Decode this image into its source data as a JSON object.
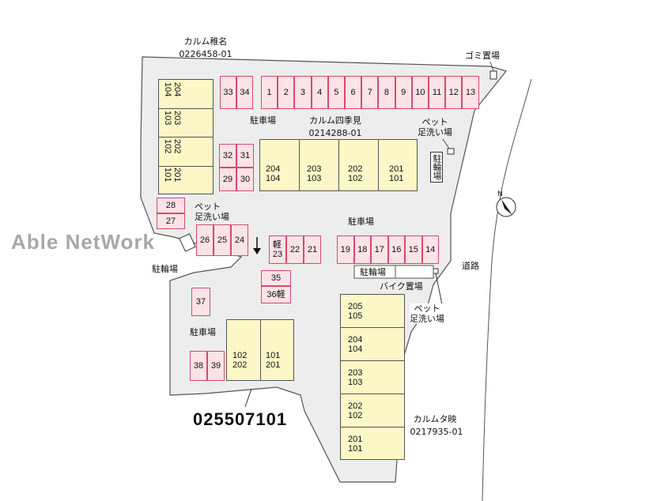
{
  "watermark": "Able NetWork",
  "property_id": "025507101",
  "labels": {
    "neighbor_nw_name": "カルム稚名",
    "neighbor_nw_id": "0226458-01",
    "garbage": "ゴミ置場",
    "parking_top": "駐車場",
    "neighbor_center_name": "カルム四季見",
    "neighbor_center_id": "0214288-01",
    "pet_wash_1": "ペット\n足洗い場",
    "bike_parking_1": "駐輪場",
    "pet_wash_2": "ペット\n足洗い場",
    "parking_mid": "駐車場",
    "road": "道路",
    "bike_parking_2": "駐輪場",
    "bike_parking_3": "駐輪場",
    "motorbike": "バイク置場",
    "pet_wash_3": "ペット\n足洗い場",
    "parking_left": "駐車場",
    "neighbor_se_name": "カルムタ映",
    "neighbor_se_id": "0217935-01",
    "north": "N"
  },
  "parking": {
    "top_row": [
      "1",
      "2",
      "3",
      "4",
      "5",
      "6",
      "7",
      "8",
      "9",
      "10",
      "11",
      "12",
      "13"
    ],
    "top_left": [
      "33",
      "34"
    ],
    "pair_32_31": [
      "32",
      "31"
    ],
    "pair_29_30": [
      "29",
      "30"
    ],
    "left_28_27": [
      "28",
      "27"
    ],
    "row_26_24": [
      "26",
      "25",
      "24"
    ],
    "row_23_21": [
      "軽\n23",
      "22",
      "21"
    ],
    "row_19_14": [
      "19",
      "18",
      "17",
      "16",
      "15",
      "14"
    ],
    "s35": "35",
    "s36": "36軽",
    "s37": "37",
    "pair_38_39": [
      "38",
      "39"
    ]
  },
  "buildings": {
    "west_units": [
      [
        "204",
        "104"
      ],
      [
        "203",
        "103"
      ],
      [
        "202",
        "102"
      ],
      [
        "201",
        "101"
      ]
    ],
    "center_units": [
      [
        "204",
        "104"
      ],
      [
        "203",
        "103"
      ],
      [
        "202",
        "102"
      ],
      [
        "201",
        "101"
      ]
    ],
    "south_units": [
      [
        "102",
        "202"
      ],
      [
        "101",
        "201"
      ]
    ],
    "east_units": [
      [
        "205",
        "105"
      ],
      [
        "204",
        "104"
      ],
      [
        "203",
        "103"
      ],
      [
        "202",
        "102"
      ],
      [
        "201",
        "101"
      ]
    ]
  }
}
